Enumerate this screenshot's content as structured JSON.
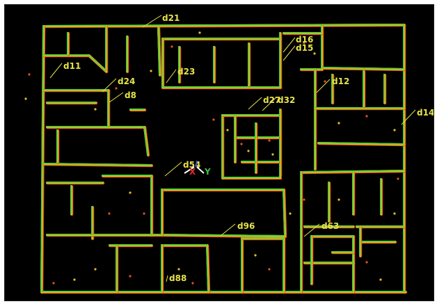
{
  "map": {
    "background_color": "#000000",
    "wall_colors": [
      "#5ecb3a",
      "#e0c020",
      "#e8501a"
    ],
    "label_color": "#e6e24a",
    "leader_color": "#e6e24a",
    "labels": [
      "d21",
      "d16",
      "d15",
      "d11",
      "d24",
      "d23",
      "d8",
      "d12",
      "d27",
      "d32",
      "d14",
      "d54",
      "d96",
      "d63",
      "d88"
    ],
    "axes": {
      "x_label": "X",
      "y_label": "Y",
      "x_color": "#e02a2a",
      "y_color": "#3fbf3f",
      "z_color": "#3050d0"
    }
  }
}
